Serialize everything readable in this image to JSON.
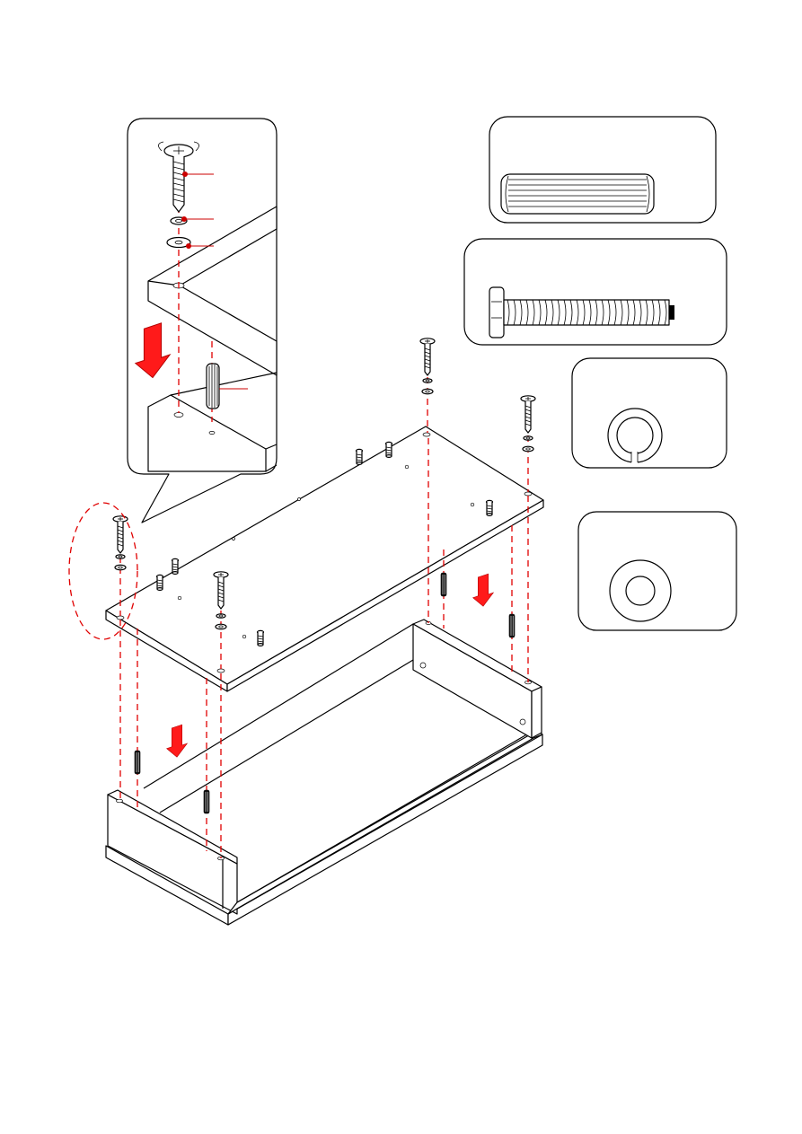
{
  "diagram": {
    "type": "furniture-assembly-step",
    "parts_legend": [
      {
        "id": "dowel",
        "icon": "wooden-dowel-icon"
      },
      {
        "id": "bolt",
        "icon": "threaded-bolt-icon"
      },
      {
        "id": "split-washer",
        "icon": "split-lock-washer-icon"
      },
      {
        "id": "flat-washer",
        "icon": "flat-washer-icon"
      }
    ],
    "callout": {
      "items": [
        "bolt",
        "split-washer",
        "flat-washer",
        "dowel"
      ]
    },
    "arrows": [
      "down-arrow-icon",
      "down-arrow-icon",
      "down-arrow-icon"
    ],
    "colors": {
      "guide_lines": "#e00000",
      "arrows": "#ff1a1a",
      "lines": "#000000"
    }
  }
}
